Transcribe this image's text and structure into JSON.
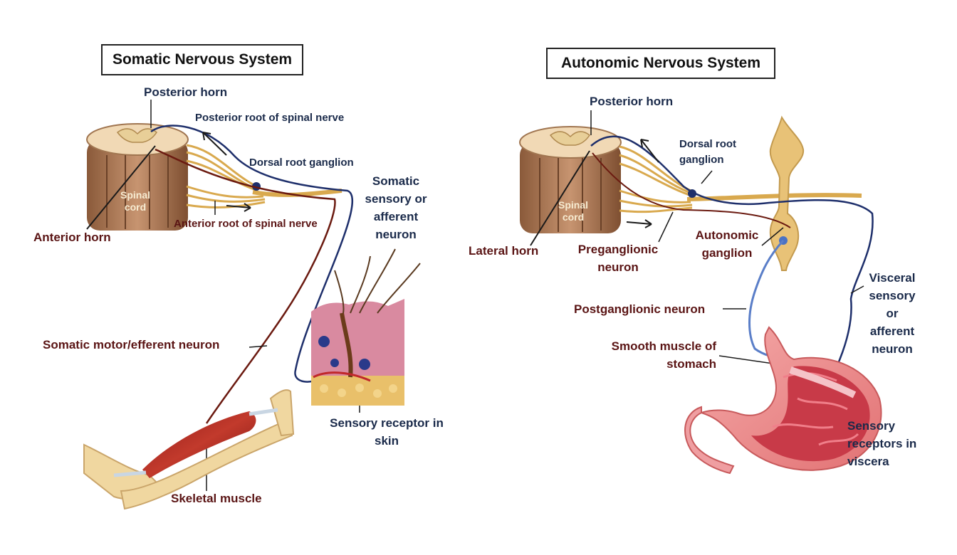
{
  "somatic": {
    "title": "Somatic Nervous System",
    "posterior_horn": "Posterior horn",
    "posterior_root": "Posterior root of spinal nerve",
    "dorsal_root_ganglion": "Dorsal root ganglion",
    "spinal_cord": [
      "Spinal",
      "cord"
    ],
    "anterior_root": "Anterior root of spinal nerve",
    "anterior_horn": "Anterior horn",
    "sensory_neuron": [
      "Somatic",
      "sensory or",
      "afferent",
      "neuron"
    ],
    "motor_neuron": "Somatic motor/efferent neuron",
    "skin_receptor": [
      "Sensory receptor in",
      "skin"
    ],
    "skeletal_muscle": "Skeletal muscle"
  },
  "autonomic": {
    "title": "Autonomic Nervous System",
    "posterior_horn": "Posterior horn",
    "dorsal_root_ganglion": [
      "Dorsal root",
      "ganglion"
    ],
    "spinal_cord": [
      "Spinal",
      "cord"
    ],
    "lateral_horn": "Lateral horn",
    "preganglionic": [
      "Preganglionic",
      "neuron"
    ],
    "autonomic_ganglion": [
      "Autonomic",
      "ganglion"
    ],
    "postganglionic": "Postganglionic  neuron",
    "visceral_sensory": [
      "Visceral",
      "sensory",
      "or",
      "afferent",
      "neuron"
    ],
    "smooth_muscle": [
      "Smooth muscle  of",
      "stomach"
    ],
    "viscera_receptors": [
      "Sensory",
      "receptors in",
      "viscera"
    ]
  }
}
